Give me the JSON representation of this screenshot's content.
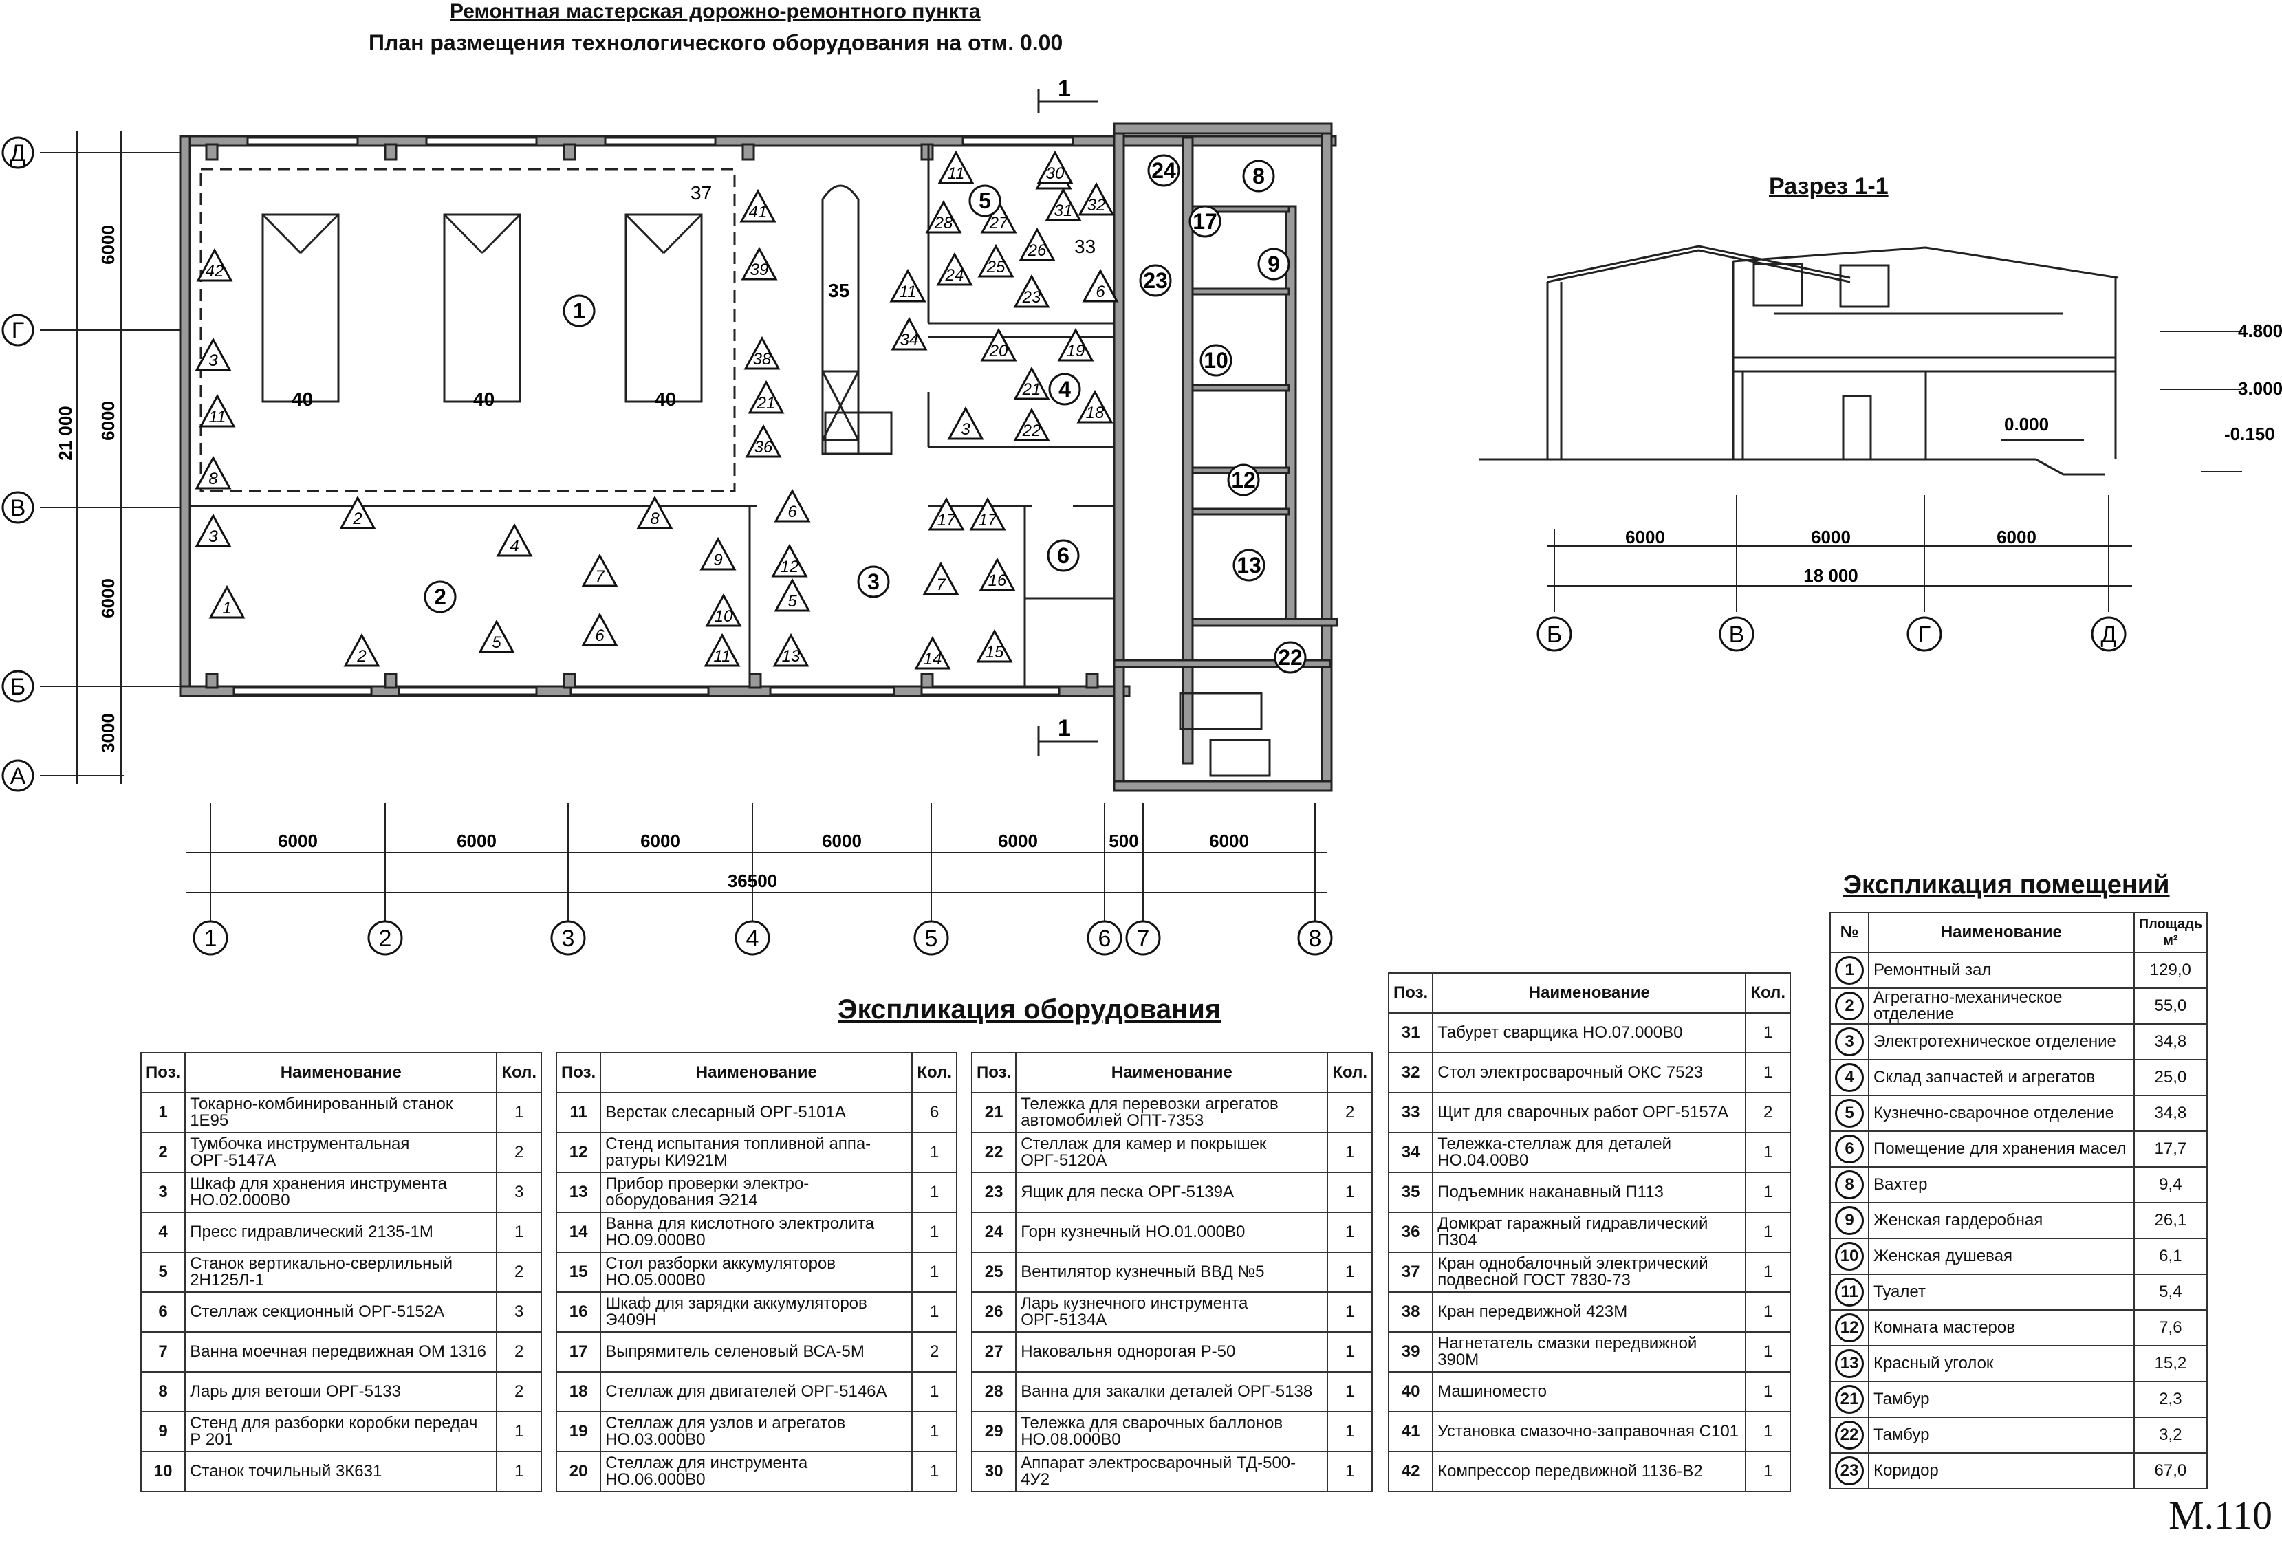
{
  "titles": {
    "main": "Ремонтная мастерская дорожно-ремонтного пункта",
    "sub": "План размещения технологического оборудования на отм. 0.00",
    "section": "Разрез 1-1",
    "equipment": "Экспликация оборудования",
    "rooms": "Экспликация помещений",
    "sheet": "М.110"
  },
  "plan": {
    "axes_rows": [
      "Д",
      "Г",
      "В",
      "Б",
      "А"
    ],
    "axes_cols": [
      "1",
      "2",
      "3",
      "4",
      "5",
      "6",
      "7",
      "8"
    ],
    "row_dims": [
      "6000",
      "6000",
      "6000",
      "3000"
    ],
    "row_total": "21 000",
    "col_dims": [
      "6000",
      "6000",
      "6000",
      "6000",
      "6000",
      "500",
      "6000"
    ],
    "col_total": "36500",
    "cut_label": "1",
    "bay_label": "40",
    "dashed_label": "37",
    "stair_label": "35",
    "label_33": "33"
  },
  "section": {
    "levels": [
      "4.800",
      "3.000",
      "0.000",
      "-0.150"
    ],
    "dims": [
      "6000",
      "6000",
      "6000"
    ],
    "total": "18 000",
    "axes": [
      "Б",
      "В",
      "Г",
      "Д"
    ]
  },
  "equipment_headers": {
    "pos": "Поз.",
    "name": "Наименование",
    "qty": "Кол."
  },
  "equipment": [
    [
      {
        "pos": "1",
        "name": "Токарно-комбинированный станок 1Е95",
        "qty": "1"
      },
      {
        "pos": "2",
        "name": "Тумбочка инструментальная ОРГ-5147А",
        "qty": "2"
      },
      {
        "pos": "3",
        "name": "Шкаф для хранения инструмента НО.02.000В0",
        "qty": "3"
      },
      {
        "pos": "4",
        "name": "Пресс гидравлический 2135-1М",
        "qty": "1"
      },
      {
        "pos": "5",
        "name": "Станок вертикально-сверлильный 2Н125Л-1",
        "qty": "2"
      },
      {
        "pos": "6",
        "name": "Стеллаж секционный ОРГ-5152А",
        "qty": "3"
      },
      {
        "pos": "7",
        "name": "Ванна моечная передвижная ОМ 1316",
        "qty": "2"
      },
      {
        "pos": "8",
        "name": "Ларь для ветоши ОРГ-5133",
        "qty": "2"
      },
      {
        "pos": "9",
        "name": "Стенд для разборки коробки передач Р 201",
        "qty": "1"
      },
      {
        "pos": "10",
        "name": "Станок точильный 3К631",
        "qty": "1"
      }
    ],
    [
      {
        "pos": "11",
        "name": "Верстак слесарный ОРГ-5101А",
        "qty": "6"
      },
      {
        "pos": "12",
        "name": "Стенд испытания топливной аппа-ратуры КИ921М",
        "qty": "1"
      },
      {
        "pos": "13",
        "name": "Прибор проверки электро-оборудования Э214",
        "qty": "1"
      },
      {
        "pos": "14",
        "name": "Ванна для кислотного электролита НО.09.000В0",
        "qty": "1"
      },
      {
        "pos": "15",
        "name": "Стол разборки аккумуляторов НО.05.000В0",
        "qty": "1"
      },
      {
        "pos": "16",
        "name": "Шкаф для зарядки аккумуляторов Э409Н",
        "qty": "1"
      },
      {
        "pos": "17",
        "name": "Выпрямитель селеновый ВСА-5М",
        "qty": "2"
      },
      {
        "pos": "18",
        "name": "Стеллаж для двигателей ОРГ-5146А",
        "qty": "1"
      },
      {
        "pos": "19",
        "name": "Стеллаж для узлов и агрегатов НО.03.000В0",
        "qty": "1"
      },
      {
        "pos": "20",
        "name": "Стеллаж для инструмента НО.06.000В0",
        "qty": "1"
      }
    ],
    [
      {
        "pos": "21",
        "name": "Тележка для перевозки агрегатов автомобилей ОПТ-7353",
        "qty": "2"
      },
      {
        "pos": "22",
        "name": "Стеллаж для камер и покрышек ОРГ-5120А",
        "qty": "1"
      },
      {
        "pos": "23",
        "name": "Ящик для песка ОРГ-5139А",
        "qty": "1"
      },
      {
        "pos": "24",
        "name": "Горн кузнечный НО.01.000В0",
        "qty": "1"
      },
      {
        "pos": "25",
        "name": "Вентилятор кузнечный ВВД №5",
        "qty": "1"
      },
      {
        "pos": "26",
        "name": "Ларь кузнечного инструмента ОРГ-5134А",
        "qty": "1"
      },
      {
        "pos": "27",
        "name": "Наковальня однорогая Р-50",
        "qty": "1"
      },
      {
        "pos": "28",
        "name": "Ванна для закалки деталей ОРГ-5138",
        "qty": "1"
      },
      {
        "pos": "29",
        "name": "Тележка для сварочных баллонов НО.08.000В0",
        "qty": "1"
      },
      {
        "pos": "30",
        "name": "Аппарат электросварочный ТД-500-4У2",
        "qty": "1"
      }
    ],
    [
      {
        "pos": "31",
        "name": "Табурет сварщика НО.07.000В0",
        "qty": "1"
      },
      {
        "pos": "32",
        "name": "Стол электросварочный ОКС 7523",
        "qty": "1"
      },
      {
        "pos": "33",
        "name": "Щит для сварочных работ ОРГ-5157А",
        "qty": "2"
      },
      {
        "pos": "34",
        "name": "Тележка-стеллаж для деталей НО.04.00В0",
        "qty": "1"
      },
      {
        "pos": "35",
        "name": "Подъемник наканавный П113",
        "qty": "1"
      },
      {
        "pos": "36",
        "name": "Домкрат гаражный гидравлический П304",
        "qty": "1"
      },
      {
        "pos": "37",
        "name": "Кран однобалочный электрический подвесной ГОСТ 7830-73",
        "qty": "1"
      },
      {
        "pos": "38",
        "name": "Кран передвижной 423М",
        "qty": "1"
      },
      {
        "pos": "39",
        "name": "Нагнетатель смазки передвижной 390М",
        "qty": "1"
      },
      {
        "pos": "40",
        "name": "Машиноместо",
        "qty": "1"
      },
      {
        "pos": "41",
        "name": "Установка смазочно-заправочная С101",
        "qty": "1"
      },
      {
        "pos": "42",
        "name": "Компрессор передвижной 1136-В2",
        "qty": "1"
      }
    ]
  ],
  "rooms_headers": {
    "no": "№",
    "name": "Наименование",
    "area": "Площадь",
    "unit": "м²"
  },
  "rooms": [
    {
      "no": "1",
      "name": "Ремонтный зал",
      "area": "129,0"
    },
    {
      "no": "2",
      "name": "Агрегатно-механическое отделение",
      "area": "55,0"
    },
    {
      "no": "3",
      "name": "Электротехническое отделение",
      "area": "34,8"
    },
    {
      "no": "4",
      "name": "Склад запчастей и агрегатов",
      "area": "25,0"
    },
    {
      "no": "5",
      "name": "Кузнечно-сварочное отделение",
      "area": "34,8"
    },
    {
      "no": "6",
      "name": "Помещение для хранения масел",
      "area": "17,7"
    },
    {
      "no": "8",
      "name": "Вахтер",
      "area": "9,4"
    },
    {
      "no": "9",
      "name": "Женская гардеробная",
      "area": "26,1"
    },
    {
      "no": "10",
      "name": "Женская душевая",
      "area": "6,1"
    },
    {
      "no": "11",
      "name": "Туалет",
      "area": "5,4"
    },
    {
      "no": "12",
      "name": "Комната мастеров",
      "area": "7,6"
    },
    {
      "no": "13",
      "name": "Красный уголок",
      "area": "15,2"
    },
    {
      "no": "21",
      "name": "Тамбур",
      "area": "2,3"
    },
    {
      "no": "22",
      "name": "Тамбур",
      "area": "3,2"
    },
    {
      "no": "23",
      "name": "Коридор",
      "area": "67,0"
    }
  ],
  "room_markers": [
    "1",
    "2",
    "3",
    "4",
    "5",
    "6",
    "8",
    "9",
    "10",
    "12",
    "13",
    "17",
    "22",
    "23",
    "24"
  ],
  "equipment_markers": [
    "1",
    "2",
    "3",
    "4",
    "5",
    "6",
    "7",
    "8",
    "9",
    "10",
    "11",
    "12",
    "13",
    "14",
    "15",
    "16",
    "17",
    "18",
    "19",
    "20",
    "21",
    "22",
    "23",
    "24",
    "25",
    "26",
    "27",
    "28",
    "29",
    "30",
    "31",
    "32",
    "34",
    "36",
    "38",
    "39",
    "41",
    "42"
  ]
}
